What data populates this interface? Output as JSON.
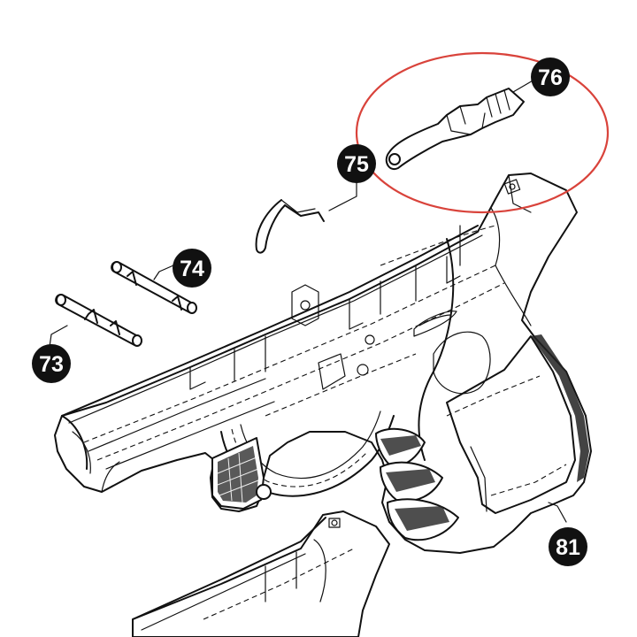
{
  "diagram": {
    "highlight_color": "#d9433b",
    "callout_color": "#111111",
    "callouts": [
      {
        "id": "callout-73",
        "label": "73"
      },
      {
        "id": "callout-74",
        "label": "74"
      },
      {
        "id": "callout-75",
        "label": "75"
      },
      {
        "id": "callout-76",
        "label": "76"
      },
      {
        "id": "callout-81",
        "label": "81"
      }
    ]
  }
}
